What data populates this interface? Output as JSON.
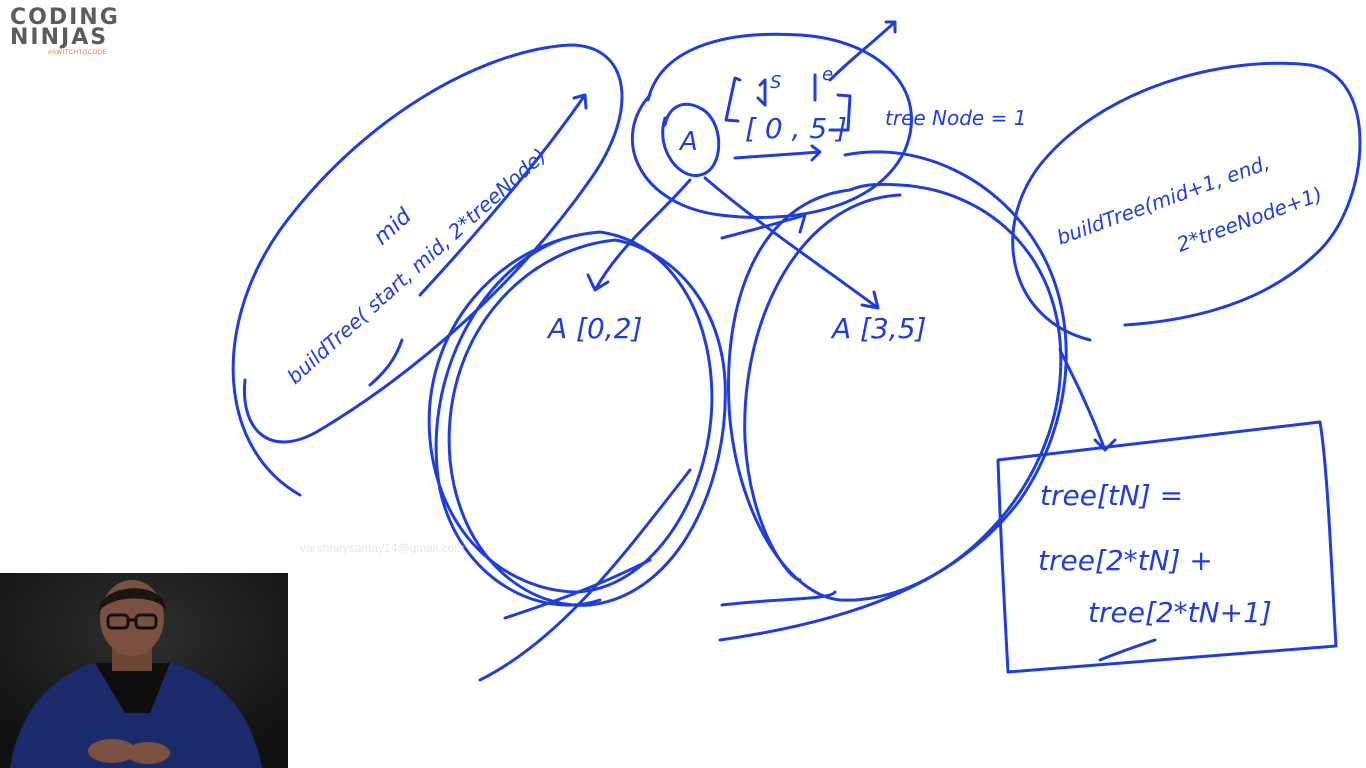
{
  "logo": {
    "line1": "CODING",
    "line2": "NINJAS",
    "tagline": "#SWITCHTOCODE",
    "accent_color": "#e8702a"
  },
  "ink_color": "#1f3fd6",
  "board": {
    "root_node": {
      "array": "A",
      "range": "[ 0 , 5 ]",
      "index_start_marker": "S",
      "index_end_marker": "e",
      "label": "tree Node = 1"
    },
    "left_child": {
      "label": "A [0,2]"
    },
    "right_child": {
      "label": "A [3,5]"
    },
    "left_note": {
      "line1": "mid",
      "line2": "buildTree( start, mid, 2*treeNode)"
    },
    "right_note": {
      "line1": "buildTree(mid+1, end,",
      "line2": "2*treeNode+1)"
    },
    "formula_box": {
      "line1": "tree[tN] =",
      "line2": "tree[2*tN] +",
      "line3": "tree[2*tN+1]"
    }
  },
  "watermark": "varshneysamay14@gmail.com",
  "webcam": {
    "description_icon": "presenter-video-icon"
  }
}
